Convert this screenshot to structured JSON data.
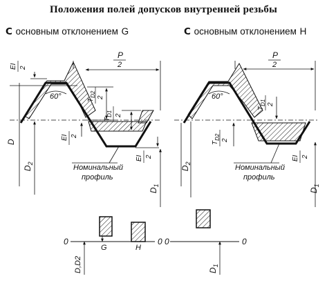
{
  "title": "Положения полей допусков внутренней резьбы",
  "left": {
    "heading": "С",
    "heading_rest": "основным отклонением",
    "letter": "G"
  },
  "right": {
    "heading": "С",
    "heading_rest": "основным отклонением",
    "letter": "H"
  },
  "labels": {
    "P": "P",
    "two": "2",
    "angle": "60°",
    "EI": "EI",
    "TD1": "TD1",
    "TD2": "TD2",
    "T": "T",
    "D": "D",
    "D2": "D2",
    "D1": "D1",
    "sub1": "1",
    "sub2": "2",
    "nominal": "Номинальный",
    "profile": "профиль",
    "zero": "0",
    "G": "G",
    "H": "H",
    "DD2": "D,D2"
  }
}
